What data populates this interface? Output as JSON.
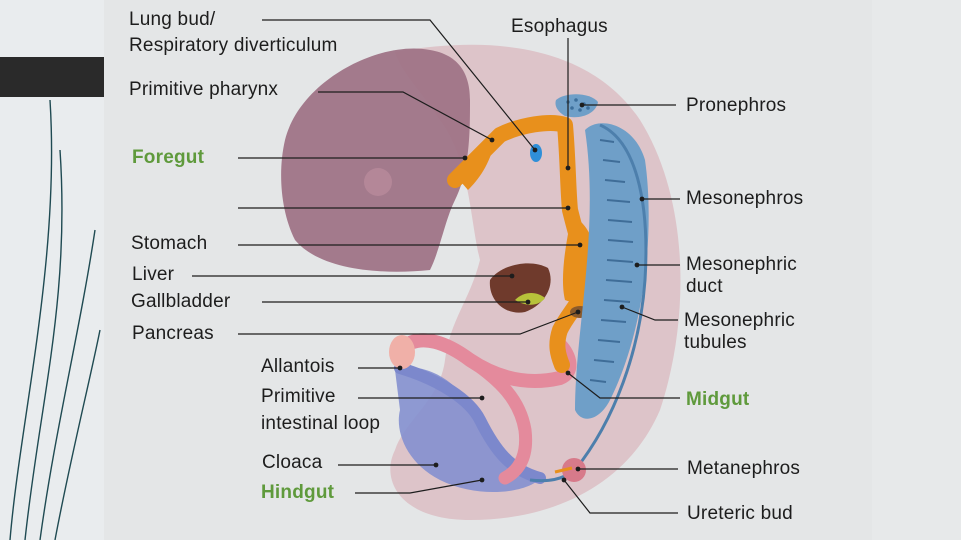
{
  "labels": {
    "lung_bud": "Lung bud/",
    "respiratory_diverticulum": "Respiratory diverticulum",
    "primitive_pharynx": "Primitive pharynx",
    "foregut": "Foregut",
    "stomach": "Stomach",
    "liver": "Liver",
    "gallbladder": "Gallbladder",
    "pancreas": "Pancreas",
    "allantois": "Allantois",
    "primitive_1": "Primitive",
    "primitive_2": "intestinal loop",
    "cloaca": "Cloaca",
    "hindgut": "Hindgut",
    "esophagus": "Esophagus",
    "pronephros": "Pronephros",
    "mesonephros": "Mesonephros",
    "mesonephric_duct_1": "Mesonephric",
    "mesonephric_duct_2": "duct",
    "mesonephric_tubules_1": "Mesonephric",
    "mesonephric_tubules_2": "tubules",
    "midgut": "Midgut",
    "metanephros": "Metanephros",
    "ureteric_bud": "Ureteric bud"
  },
  "colors": {
    "gut": "#e8901c",
    "midgut_loop": "#e48a9c",
    "hindgut": "#7c88cc",
    "kidney": "#6f9fc8",
    "liver": "#6f3a2c",
    "gallbladder": "#b7c23a",
    "embryo_body": "#d9bdc3",
    "head": "#9b6f83",
    "section_highlight": "#5f9a3c"
  }
}
